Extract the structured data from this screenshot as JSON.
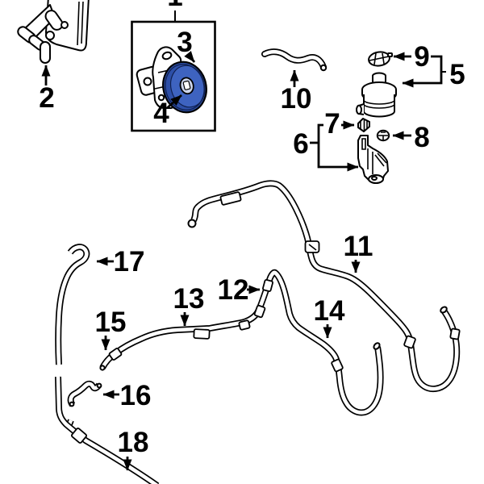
{
  "colors": {
    "background": "#ffffff",
    "line": "#000000",
    "pulley_ring": "#2d4fa8",
    "pulley_face": "#3e63c0",
    "pulley_hub": "#ccd4ea"
  },
  "callouts": {
    "c1": {
      "label": "1"
    },
    "c2": {
      "label": "2"
    },
    "c3": {
      "label": "3"
    },
    "c4": {
      "label": "4"
    },
    "c5": {
      "label": "5"
    },
    "c6": {
      "label": "6"
    },
    "c7": {
      "label": "7"
    },
    "c8": {
      "label": "8"
    },
    "c9": {
      "label": "9"
    },
    "c10": {
      "label": "10"
    },
    "c11": {
      "label": "11"
    },
    "c12": {
      "label": "12"
    },
    "c13": {
      "label": "13"
    },
    "c14": {
      "label": "14"
    },
    "c15": {
      "label": "15"
    },
    "c16": {
      "label": "16"
    },
    "c17": {
      "label": "17"
    },
    "c18": {
      "label": "18"
    }
  }
}
